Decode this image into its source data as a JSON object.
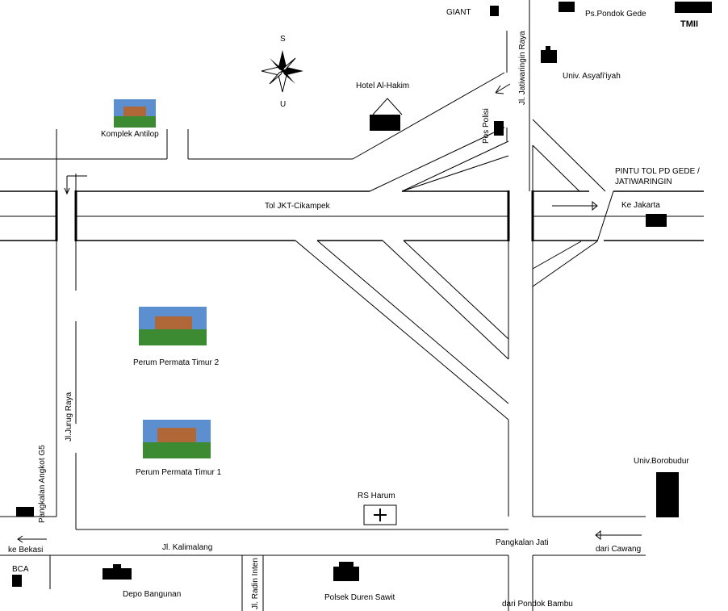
{
  "compass": {
    "south": "S",
    "north": "U"
  },
  "roads": {
    "toll": "Tol JKT-Cikampek",
    "jurug_raya": "Jl.Jurug Raya",
    "jatiwaringin_raya": "Jl. Jatiwaringin Raya",
    "kalimalang": "Jl. Kalimalang",
    "radin_inten": "Jl. Radin Inten"
  },
  "places": {
    "giant": "GIANT",
    "ps_pondok_gede": "Ps.Pondok Gede",
    "tmii": "TMII",
    "univ_asyafiiyah": "Univ. Asyafi'iyah",
    "hotel_al_hakim": "Hotel Al-Hakim",
    "komplek_antilop": "Komplek Antilop",
    "pos_polisi": "Pos Polisi",
    "pintu_tol_line1": "PINTU TOL PD GEDE /",
    "pintu_tol_line2": "JATIWARINGIN",
    "ke_jakarta": "Ke Jakarta",
    "perum_permata_timur_2": "Perum Permata Timur 2",
    "perum_permata_timur_1": "Perum Permata Timur 1",
    "pangkalan_angkot": "Pangkalan Angkot G5",
    "univ_borobudur": "Univ.Borobudur",
    "rs_harum": "RS Harum",
    "pangkalan_jati": "Pangkalan Jati",
    "dari_cawang": "dari Cawang",
    "ke_bekasi": "ke Bekasi",
    "bca": "BCA",
    "depo_bangunan": "Depo Bangunan",
    "polsek_duren_sawit": "Polsek Duren Sawit",
    "dari_pondok_bambu": "dari Pondok Bambu"
  },
  "colors": {
    "line": "#000000",
    "sky": "#5b8fd0",
    "grass": "#3c8a32",
    "roof": "#b06838"
  }
}
